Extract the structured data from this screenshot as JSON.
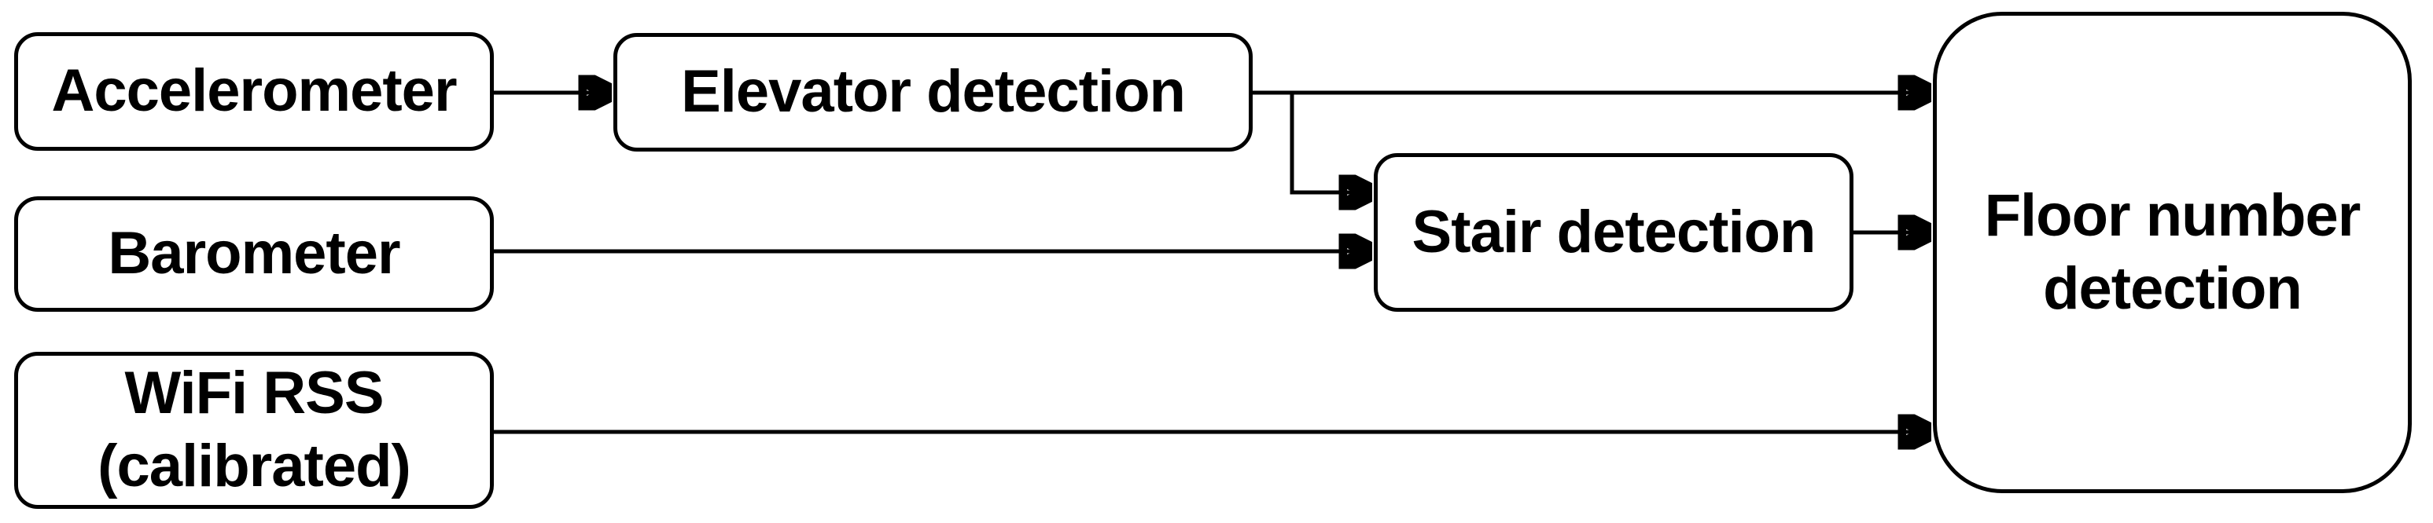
{
  "diagram": {
    "background_color": "#ffffff",
    "stroke_color": "#000000",
    "text_color": "#000000",
    "nodes": [
      {
        "id": "accelerometer",
        "label": "Accelerometer"
      },
      {
        "id": "elevator-detection",
        "label": "Elevator detection"
      },
      {
        "id": "barometer",
        "label": "Barometer"
      },
      {
        "id": "wifi-rss",
        "label": "WiFi RSS\n(calibrated)"
      },
      {
        "id": "stair-detection",
        "label": "Stair detection"
      },
      {
        "id": "floor-number-detection",
        "label": "Floor number\ndetection"
      }
    ],
    "edges": [
      {
        "from": "accelerometer",
        "to": "elevator-detection"
      },
      {
        "from": "elevator-detection",
        "to": "floor-number-detection"
      },
      {
        "from": "elevator-detection",
        "to": "stair-detection"
      },
      {
        "from": "barometer",
        "to": "stair-detection"
      },
      {
        "from": "stair-detection",
        "to": "floor-number-detection"
      },
      {
        "from": "wifi-rss",
        "to": "floor-number-detection"
      }
    ]
  }
}
